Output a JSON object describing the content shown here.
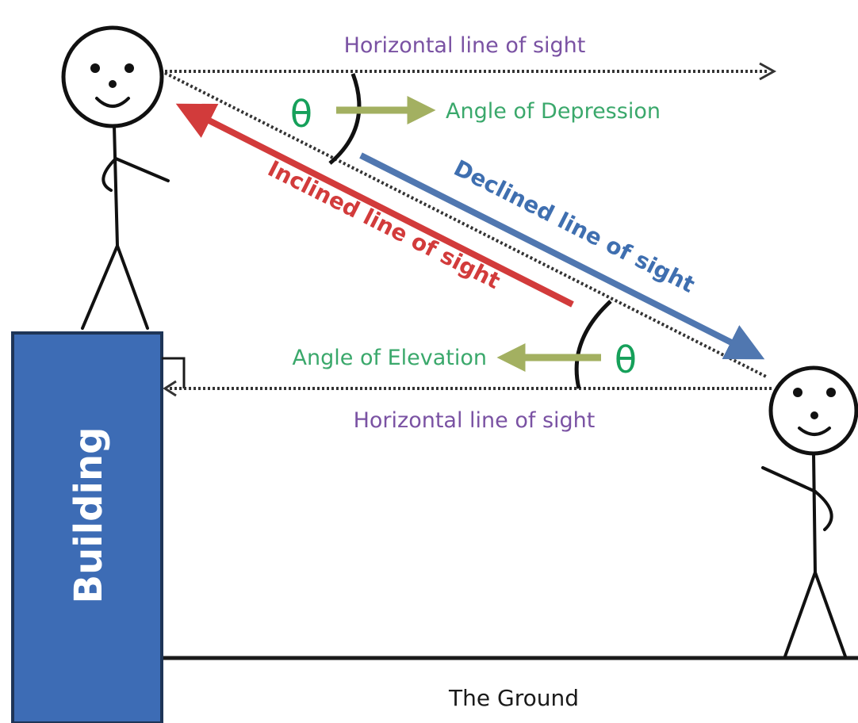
{
  "labels": {
    "horizontal_top": "Horizontal line of sight",
    "horizontal_bottom": "Horizontal line of sight",
    "angle_depression": "Angle of Depression",
    "angle_elevation": "Angle of Elevation",
    "theta_top": "θ",
    "theta_bottom": "θ",
    "inclined": "Inclined line of sight",
    "declined": "Declined line of sight",
    "building": "Building",
    "ground": "The Ground"
  },
  "colors": {
    "building_fill": "#3d6cb5",
    "building_stroke": "#1e3557",
    "purple_text": "#7a52a3",
    "green_text": "#3aa86b",
    "theta": "#16a05a",
    "olive_arrow": "#a3b061",
    "inclined_arrow": "#d23b3b",
    "declined_arrow": "#5077b0",
    "ink": "#1a1a1a"
  }
}
